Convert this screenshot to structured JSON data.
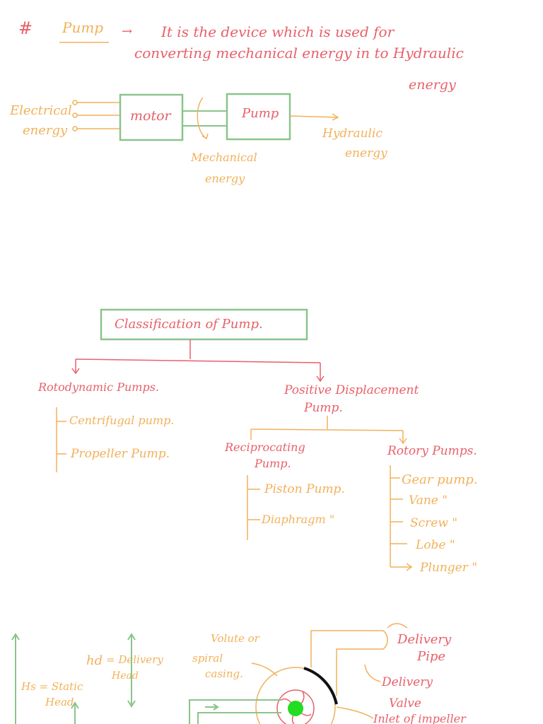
{
  "definition": {
    "hash": "#",
    "term": "Pump",
    "arrow": "→",
    "line1": "It is the device which is used for",
    "line2": "converting mechanical energy in to Hydraulic",
    "line3": "energy"
  },
  "block_diagram": {
    "input_1": "Electrical",
    "input_2": "energy",
    "motor": "motor",
    "pump": "Pump",
    "mech_1": "Mechanical",
    "mech_2": "energy",
    "out_1": "Hydraulic",
    "out_2": "energy"
  },
  "classification": {
    "title": "Classification of Pump.",
    "rotodynamic": {
      "label": "Rotodynamic Pumps.",
      "items": [
        "Centrifugal pump.",
        "Propeller Pump."
      ]
    },
    "positive": {
      "label_1": "Positive Displacement",
      "label_2": "Pump.",
      "reciprocating": {
        "label_1": "Reciprocating",
        "label_2": "Pump.",
        "items": [
          "Piston Pump.",
          "Diaphragm \""
        ]
      },
      "rotary": {
        "label": "Rotory Pumps.",
        "items": [
          "Gear pump.",
          "Vane \"",
          "Screw \"",
          "Lobe \"",
          "Plunger \""
        ]
      }
    }
  },
  "pump_diagram": {
    "hs_1": "Hs = Static",
    "hs_2": "Head",
    "hd_sym": "hd",
    "hd_1": "= Delivery",
    "hd_2": "Head",
    "volute_1": "Volute or",
    "volute_2": "spiral",
    "volute_3": "casing.",
    "delivery_pipe_1": "Delivery",
    "delivery_pipe_2": "Pipe",
    "delivery_valve_1": "Delivery",
    "delivery_valve_2": "Valve",
    "inlet": "Inlet of impeller"
  }
}
